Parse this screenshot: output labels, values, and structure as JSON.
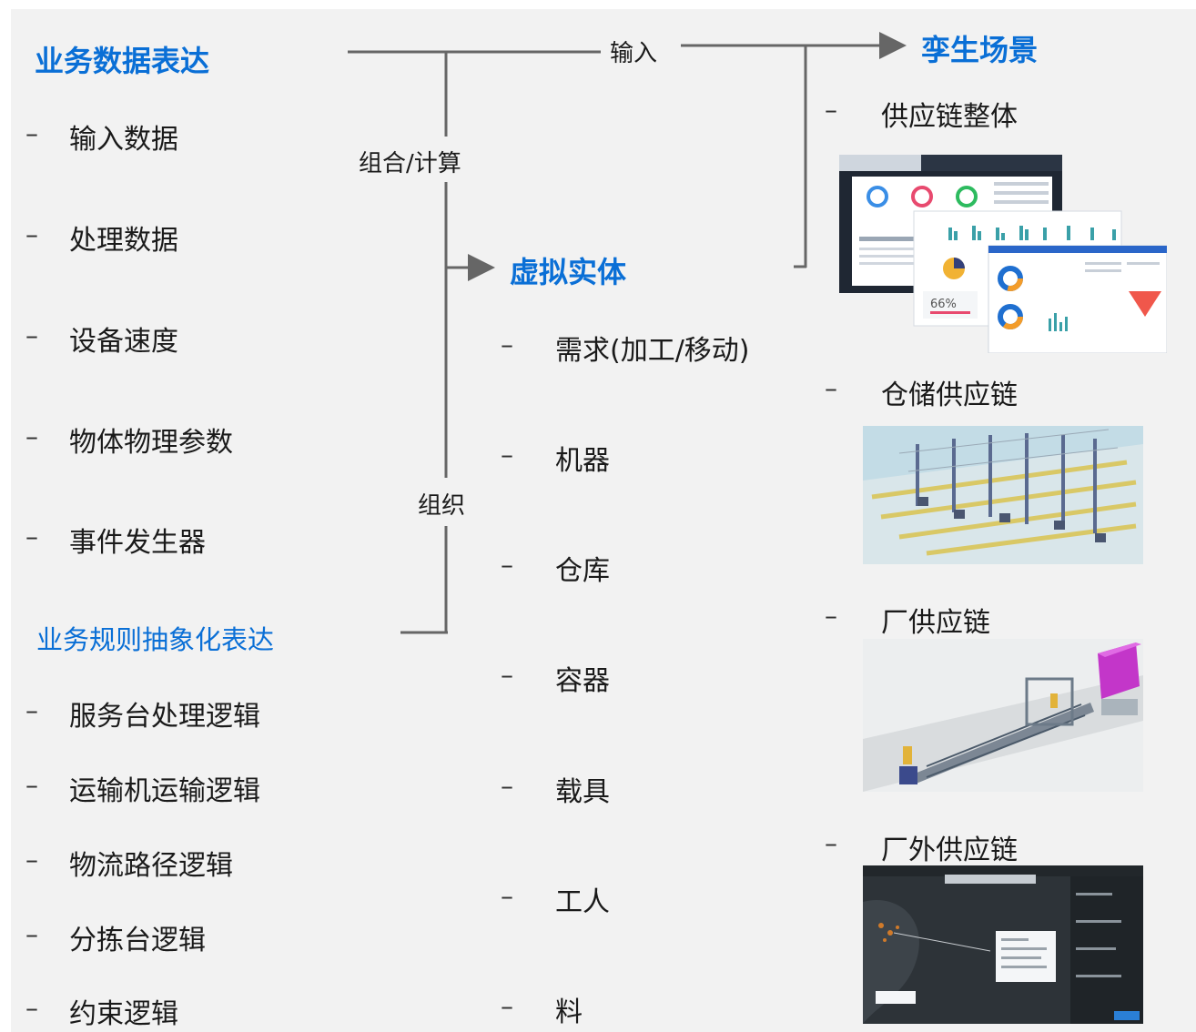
{
  "left": {
    "heading": "业务数据表达",
    "data_items": [
      "输入数据",
      "处理数据",
      "设备速度",
      "物体物理参数",
      "事件发生器"
    ],
    "rules_heading": "业务规则抽象化表达",
    "rule_items": [
      "服务台处理逻辑",
      "运输机运输逻辑",
      "物流路径逻辑",
      "分拣台逻辑",
      "约束逻辑"
    ]
  },
  "middle": {
    "heading": "虚拟实体",
    "items": [
      "需求(加工/移动)",
      "机器",
      "仓库",
      "容器",
      "载具",
      "工人",
      "料"
    ]
  },
  "right": {
    "heading": "孪生场景",
    "items": [
      "供应链整体",
      "仓储供应链",
      "厂供应链",
      "厂外供应链"
    ],
    "dashboard_percent": "66%"
  },
  "connectors": {
    "input_label": "输入",
    "combine_label": "组合/计算",
    "organize_label": "组织"
  },
  "dash": "–",
  "colors": {
    "accent": "#0a6fd6",
    "line": "#666666",
    "background": "#f2f2f2"
  }
}
